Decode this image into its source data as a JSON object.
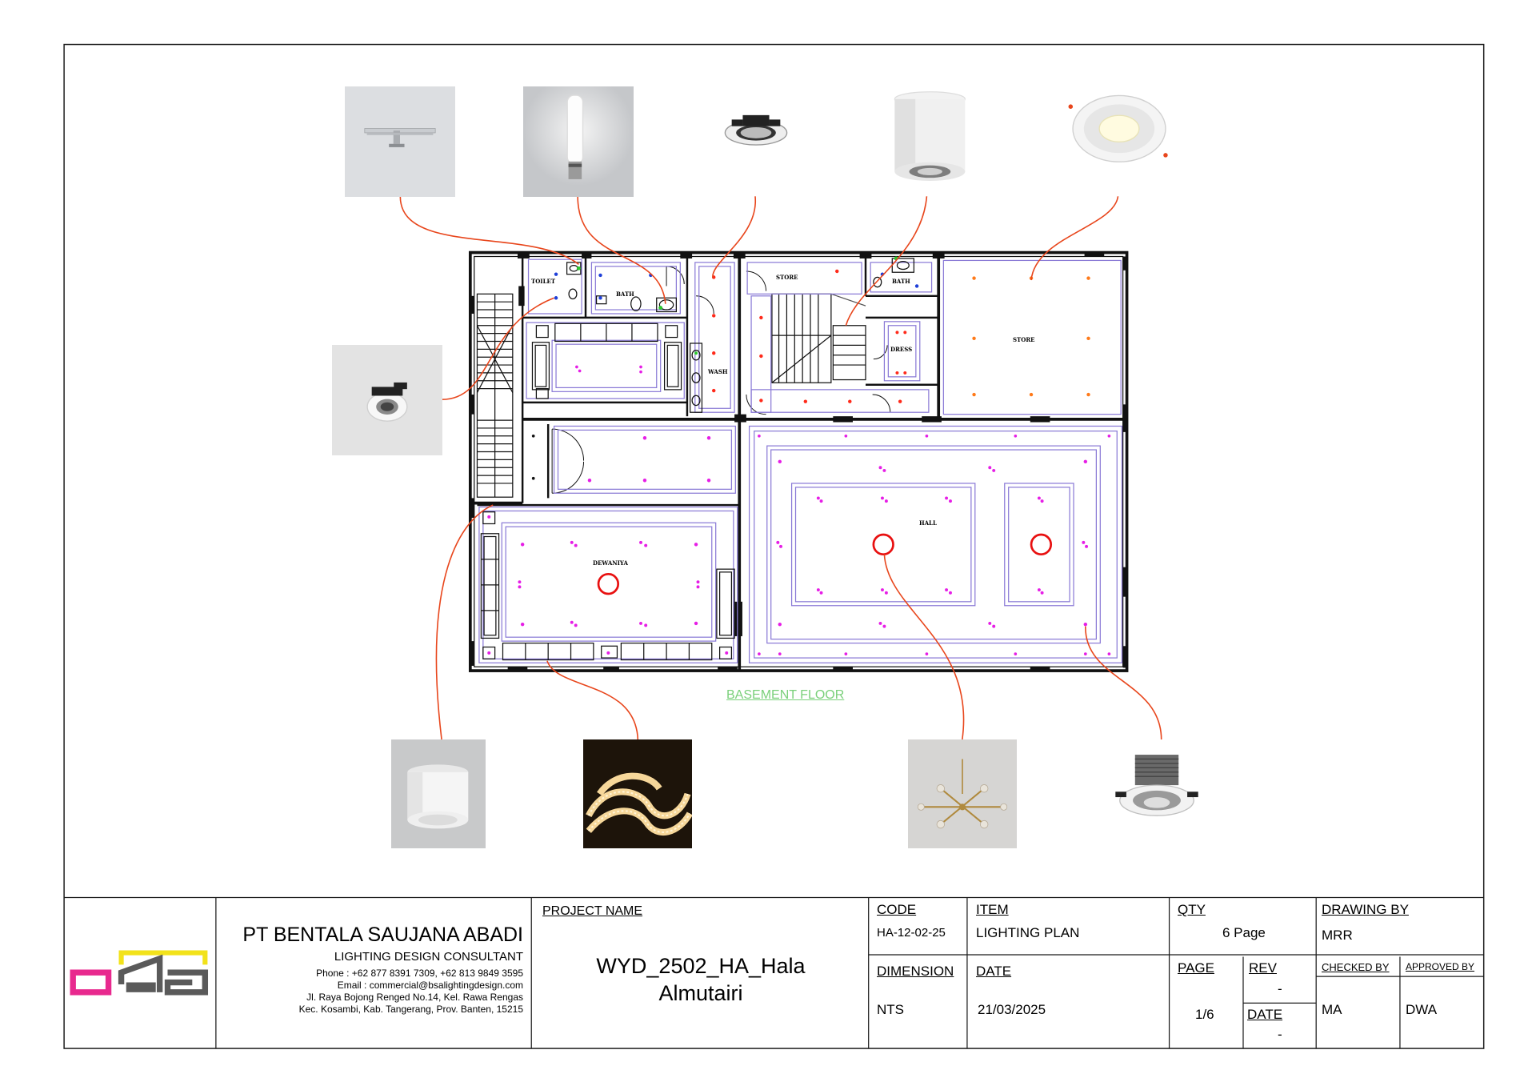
{
  "floor_plan": {
    "floor_label": "BASEMENT FLOOR",
    "rooms": {
      "toilet": "TOILET",
      "bath_1": "BATH",
      "wash": "WASH",
      "store_1": "STORE",
      "bath_2": "BATH",
      "dress": "DRESS",
      "store_2": "STORE",
      "hall": "HALL",
      "dewaniya": "DEWANIYA"
    }
  },
  "fixtures": [
    {
      "name": "linear wall light"
    },
    {
      "name": "tube wall light"
    },
    {
      "name": "adjustable recessed downlight"
    },
    {
      "name": "surface cylinder downlight"
    },
    {
      "name": "round recessed COB downlight"
    },
    {
      "name": "small recessed spot"
    },
    {
      "name": "short surface cylinder downlight"
    },
    {
      "name": "LED strip light"
    },
    {
      "name": "modern chandelier"
    },
    {
      "name": "deep recessed spotlight"
    }
  ],
  "title_block": {
    "company": {
      "name": "PT BENTALA SAUJANA ABADI",
      "subtitle": "LIGHTING DESIGN CONSULTANT",
      "phone": "Phone : +62 877 8391 7309, +62 813 9849 3595",
      "email": "Email : commercial@bsalightingdesign.com",
      "address1": "Jl. Raya Bojong Renged No.14, Kel. Rawa Rengas",
      "address2": "Kec. Kosambi, Kab. Tangerang, Prov. Banten, 15215"
    },
    "project_name_label": "PROJECT NAME",
    "project_name_line1": "WYD_2502_HA_Hala",
    "project_name_line2": "Almutairi",
    "code_label": "CODE",
    "code_value": "HA-12-02-25",
    "item_label": "ITEM",
    "item_value": "LIGHTING PLAN",
    "qty_label": "QTY",
    "qty_value": "6 Page",
    "drawing_by_label": "DRAWING BY",
    "drawing_by_value": "MRR",
    "dimension_label": "DIMENSION",
    "dimension_value": "NTS",
    "date_label": "DATE",
    "date_value": "21/03/2025",
    "page_label": "PAGE",
    "page_value": "1/6",
    "rev_label": "REV",
    "rev_value": "-",
    "rev_date_label": "DATE",
    "rev_date_value": "-",
    "checked_by_label": "CHECKED BY",
    "checked_by_value": "MA",
    "approved_by_label": "APPROVED BY",
    "approved_by_value": "DWA"
  },
  "colors": {
    "frame": "#1a1a1a",
    "leader": "#e8461c",
    "downlight_blue": "#1f3fd8",
    "spot_red": "#ff2a1a",
    "spot_magenta": "#e61ee6",
    "spot_orange": "#ff7a1a",
    "ceiling_outline": "#8a7ad6",
    "chandelier": "#e81010",
    "logo_magenta": "#e8298e",
    "logo_yellow": "#f2e21a",
    "logo_gray": "#5a5a5a",
    "floor_label": "#7ad07a"
  }
}
